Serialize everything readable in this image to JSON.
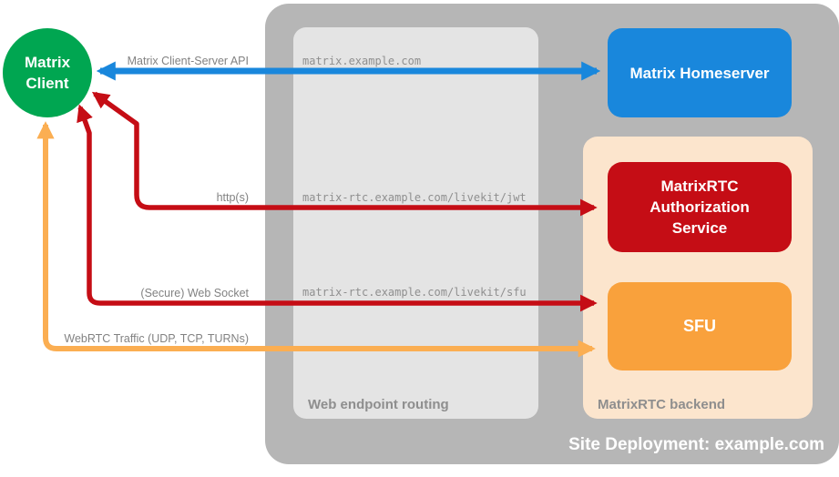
{
  "colors": {
    "green": "#00a651",
    "blue": "#1987dc",
    "red": "#c50d15",
    "orange": "#f9a13c",
    "arrow_orange": "#fbae52",
    "peach": "#fce5cd",
    "outer_gray": "#b6b6b6",
    "inner_gray": "#e4e4e4",
    "conn_label_gray": "#828282",
    "url_gray": "#8f8f8f",
    "zone_label_gray": "#8e8e8e",
    "white": "#ffffff"
  },
  "site": {
    "label": "Site Deployment: example.com"
  },
  "zones": {
    "routing": {
      "label": "Web endpoint routing"
    },
    "backend": {
      "label": "MatrixRTC backend"
    }
  },
  "nodes": {
    "client": {
      "label": "Matrix Client"
    },
    "homeserver": {
      "label": "Matrix Homeserver"
    },
    "auth": {
      "label": "MatrixRTC Authorization Service"
    },
    "sfu": {
      "label": "SFU"
    }
  },
  "connections": [
    {
      "name": "matrix-client-server-api",
      "label": "Matrix Client-Server API",
      "url": "matrix.example.com",
      "color": "blue",
      "direction": "bidirectional"
    },
    {
      "name": "https",
      "label": "http(s)",
      "url": "matrix-rtc.example.com/livekit/jwt",
      "color": "red",
      "direction": "bidirectional"
    },
    {
      "name": "secure-web-socket",
      "label": "(Secure) Web Socket",
      "url": "matrix-rtc.example.com/livekit/sfu",
      "color": "red",
      "direction": "bidirectional"
    },
    {
      "name": "webrtc-traffic",
      "label": "WebRTC Traffic (UDP, TCP, TURNs)",
      "color": "orange",
      "direction": "bidirectional"
    }
  ]
}
